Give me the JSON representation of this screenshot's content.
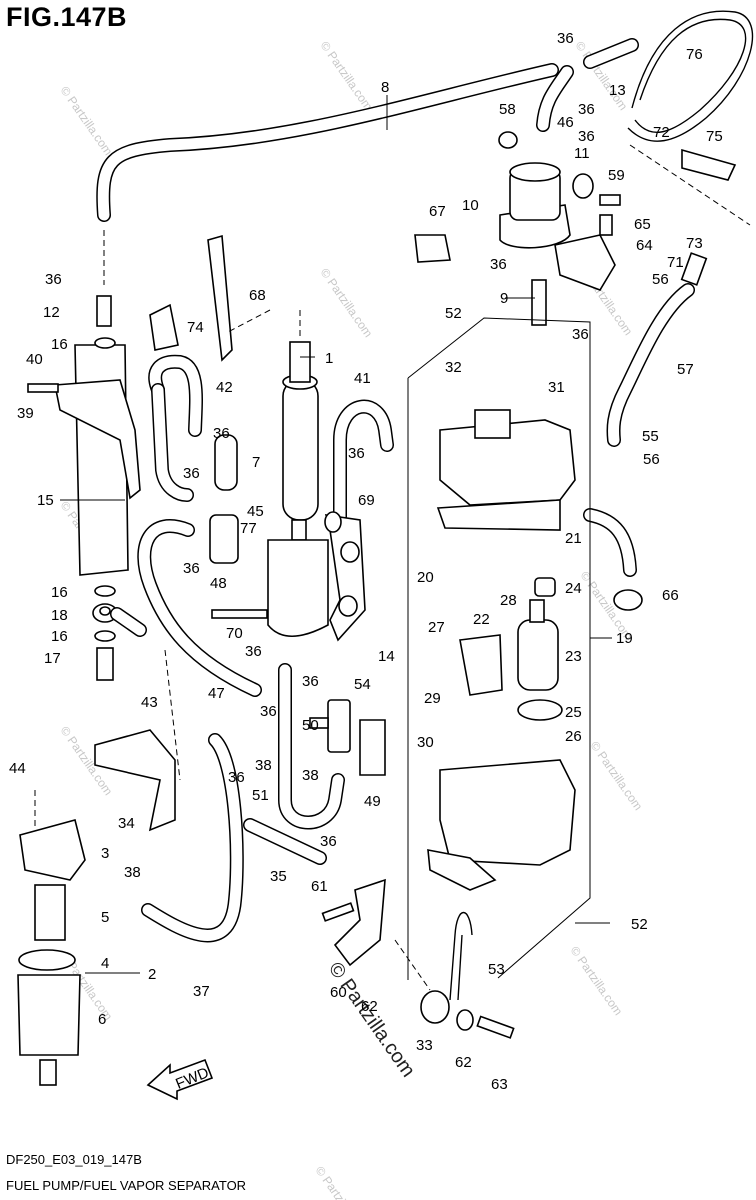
{
  "figure": {
    "title": "FIG.147B",
    "code": "DF250_E03_019_147B",
    "caption": "FUEL PUMP/FUEL VAPOR SEPARATOR",
    "fwd_label": "FWD",
    "watermark": "© Partzilla.com",
    "watermark_center": "© Partzilla.com"
  },
  "callouts": {
    "c1": "1",
    "c2": "2",
    "c3": "3",
    "c4": "4",
    "c5": "5",
    "c6": "6",
    "c7": "7",
    "c8": "8",
    "c9": "9",
    "c10": "10",
    "c11": "11",
    "c12": "12",
    "c13": "13",
    "c14": "14",
    "c15": "15",
    "c16a": "16",
    "c16b": "16",
    "c16c": "16",
    "c17": "17",
    "c18": "18",
    "c19": "19",
    "c20": "20",
    "c21": "21",
    "c22": "22",
    "c23": "23",
    "c24": "24",
    "c25": "25",
    "c26": "26",
    "c27": "27",
    "c28": "28",
    "c29": "29",
    "c30": "30",
    "c31": "31",
    "c32": "32",
    "c33": "33",
    "c34": "34",
    "c35": "35",
    "c36a": "36",
    "c36b": "36",
    "c36c": "36",
    "c36d": "36",
    "c36e": "36",
    "c36f": "36",
    "c36g": "36",
    "c36h": "36",
    "c36i": "36",
    "c36j": "36",
    "c36k": "36",
    "c36l": "36",
    "c36m": "36",
    "c36n": "36",
    "c36o": "36",
    "c37": "37",
    "c38a": "38",
    "c38b": "38",
    "c38c": "38",
    "c39": "39",
    "c40": "40",
    "c41": "41",
    "c42": "42",
    "c43": "43",
    "c44": "44",
    "c45": "45",
    "c46": "46",
    "c47": "47",
    "c48": "48",
    "c49": "49",
    "c50": "50",
    "c51": "51",
    "c52a": "52",
    "c52b": "52",
    "c53": "53",
    "c54": "54",
    "c55": "55",
    "c56a": "56",
    "c56b": "56",
    "c57": "57",
    "c58": "58",
    "c59": "59",
    "c60": "60",
    "c61": "61",
    "c62a": "62",
    "c62b": "62",
    "c63": "63",
    "c64": "64",
    "c65": "65",
    "c66": "66",
    "c67": "67",
    "c68": "68",
    "c69": "69",
    "c70": "70",
    "c71": "71",
    "c72": "72",
    "c73": "73",
    "c74": "74",
    "c75": "75",
    "c76": "76",
    "c77": "77"
  }
}
